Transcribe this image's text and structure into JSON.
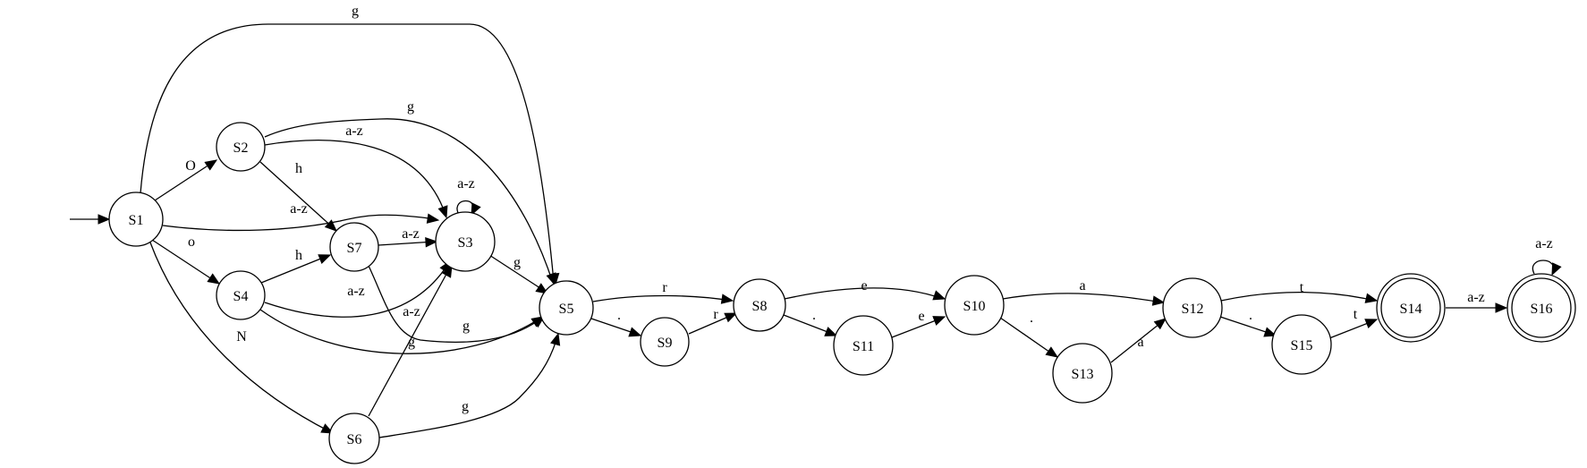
{
  "diagram": {
    "nodes": [
      {
        "id": "S1",
        "label": "S1"
      },
      {
        "id": "S2",
        "label": "S2"
      },
      {
        "id": "S3",
        "label": "S3"
      },
      {
        "id": "S4",
        "label": "S4"
      },
      {
        "id": "S5",
        "label": "S5"
      },
      {
        "id": "S6",
        "label": "S6"
      },
      {
        "id": "S7",
        "label": "S7"
      },
      {
        "id": "S8",
        "label": "S8"
      },
      {
        "id": "S9",
        "label": "S9"
      },
      {
        "id": "S10",
        "label": "S10"
      },
      {
        "id": "S11",
        "label": "S11"
      },
      {
        "id": "S12",
        "label": "S12"
      },
      {
        "id": "S13",
        "label": "S13"
      },
      {
        "id": "S14",
        "label": "S14",
        "accepting": true
      },
      {
        "id": "S15",
        "label": "S15"
      },
      {
        "id": "S16",
        "label": "S16",
        "accepting": true
      }
    ],
    "start_state": "S1",
    "edges": [
      {
        "id": "e1",
        "from": "S1",
        "to": "S5",
        "label": "g"
      },
      {
        "id": "e2",
        "from": "S1",
        "to": "S2",
        "label": "O"
      },
      {
        "id": "e3",
        "from": "S1",
        "to": "S3",
        "label": "a-z"
      },
      {
        "id": "e4",
        "from": "S1",
        "to": "S4",
        "label": "o"
      },
      {
        "id": "e5",
        "from": "S1",
        "to": "S6",
        "label": "N"
      },
      {
        "id": "e6",
        "from": "S2",
        "to": "S5",
        "label": "g"
      },
      {
        "id": "e7",
        "from": "S2",
        "to": "S3",
        "label": "a-z"
      },
      {
        "id": "e8",
        "from": "S2",
        "to": "S7",
        "label": "h"
      },
      {
        "id": "e9",
        "from": "S3",
        "to": "S3",
        "label": "a-z"
      },
      {
        "id": "e10",
        "from": "S3",
        "to": "S5",
        "label": "g"
      },
      {
        "id": "e11",
        "from": "S4",
        "to": "S7",
        "label": "h"
      },
      {
        "id": "e12",
        "from": "S4",
        "to": "S3",
        "label": "a-z"
      },
      {
        "id": "e13",
        "from": "S4",
        "to": "S5",
        "label": "g"
      },
      {
        "id": "e14",
        "from": "S7",
        "to": "S3",
        "label": "a-z"
      },
      {
        "id": "e15",
        "from": "S7",
        "to": "S5",
        "label": "g"
      },
      {
        "id": "e16",
        "from": "S6",
        "to": "S3",
        "label": "a-z"
      },
      {
        "id": "e17",
        "from": "S6",
        "to": "S5",
        "label": "g"
      },
      {
        "id": "e18",
        "from": "S5",
        "to": "S8",
        "label": "r"
      },
      {
        "id": "e19",
        "from": "S5",
        "to": "S9",
        "label": "."
      },
      {
        "id": "e20",
        "from": "S9",
        "to": "S8",
        "label": "r"
      },
      {
        "id": "e21",
        "from": "S8",
        "to": "S10",
        "label": "e"
      },
      {
        "id": "e22",
        "from": "S8",
        "to": "S11",
        "label": "."
      },
      {
        "id": "e23",
        "from": "S11",
        "to": "S10",
        "label": "e"
      },
      {
        "id": "e24",
        "from": "S10",
        "to": "S12",
        "label": "a"
      },
      {
        "id": "e25",
        "from": "S10",
        "to": "S13",
        "label": "."
      },
      {
        "id": "e26",
        "from": "S13",
        "to": "S12",
        "label": "a"
      },
      {
        "id": "e27",
        "from": "S12",
        "to": "S14",
        "label": "t"
      },
      {
        "id": "e28",
        "from": "S12",
        "to": "S15",
        "label": "."
      },
      {
        "id": "e29",
        "from": "S15",
        "to": "S14",
        "label": "t"
      },
      {
        "id": "e30",
        "from": "S14",
        "to": "S16",
        "label": "a-z"
      },
      {
        "id": "e31",
        "from": "S16",
        "to": "S16",
        "label": "a-z"
      }
    ]
  }
}
